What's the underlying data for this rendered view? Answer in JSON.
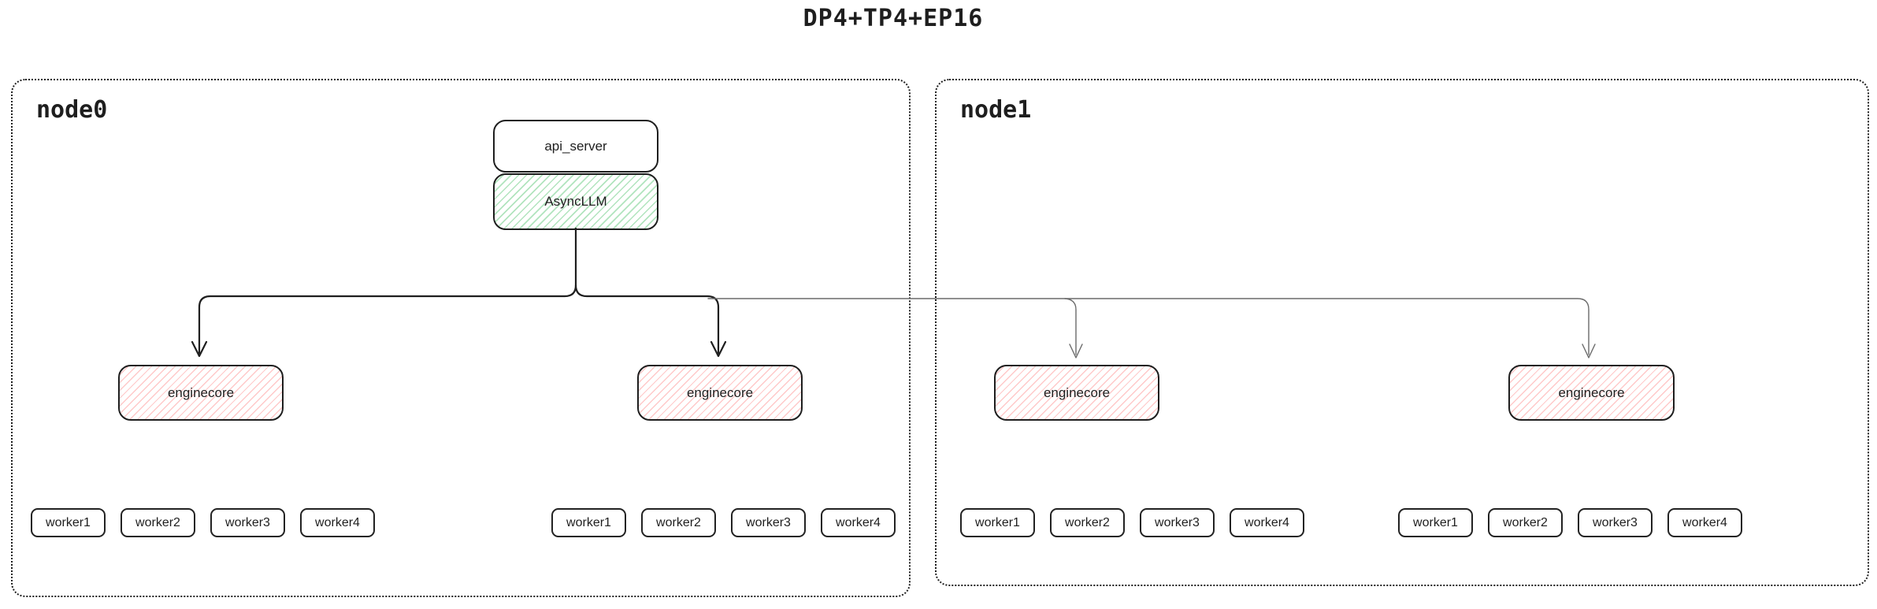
{
  "title": "DP4+TP4+EP16",
  "colors": {
    "ink": "#1e1e1e",
    "dark_arrow": "#1e1e1e",
    "gray_arrow": "#6a6a6a",
    "green_hatch": "#52c46e",
    "red_hatch": "#ff7878",
    "background": "#ffffff"
  },
  "nodes": [
    {
      "label": "node0",
      "api_server_label": "api_server",
      "asyncllm_label": "AsyncLLM",
      "enginecores": [
        "enginecore",
        "enginecore"
      ],
      "worker_groups": [
        [
          "worker1",
          "worker2",
          "worker3",
          "worker4"
        ],
        [
          "worker1",
          "worker2",
          "worker3",
          "worker4"
        ]
      ]
    },
    {
      "label": "node1",
      "enginecores": [
        "enginecore",
        "enginecore"
      ],
      "worker_groups": [
        [
          "worker1",
          "worker2",
          "worker3",
          "worker4"
        ],
        [
          "worker1",
          "worker2",
          "worker3",
          "worker4"
        ]
      ]
    }
  ]
}
